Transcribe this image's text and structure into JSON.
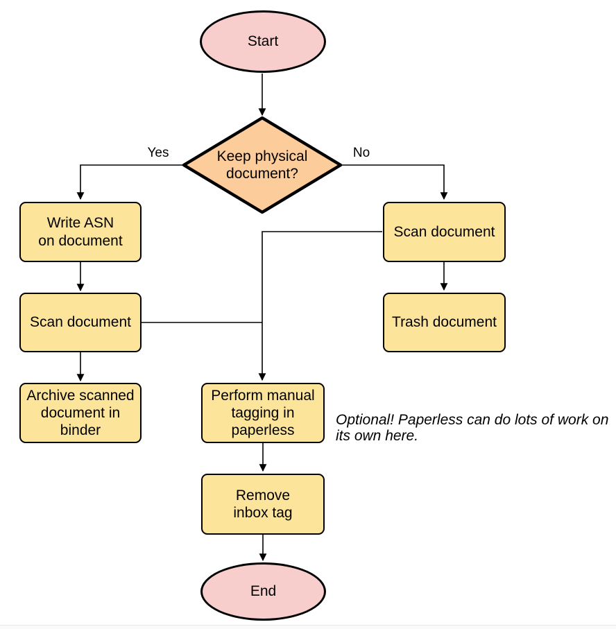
{
  "diagram": {
    "type": "flowchart",
    "direction": "top-down",
    "colors": {
      "terminator_fill": "#F7CECC",
      "decision_fill": "#FDCC9B",
      "process_fill": "#FCE49B",
      "stroke": "#000000",
      "edge": "#000000",
      "background": "#ffffff"
    },
    "nodes": {
      "start": {
        "shape": "ellipse",
        "label": "Start"
      },
      "decision": {
        "shape": "diamond",
        "label": "Keep physical\ndocument?"
      },
      "write_asn": {
        "shape": "process",
        "label": "Write ASN\non document"
      },
      "scan_left": {
        "shape": "process",
        "label": "Scan document"
      },
      "archive": {
        "shape": "process",
        "label": "Archive scanned\ndocument in\nbinder"
      },
      "scan_right": {
        "shape": "process",
        "label": "Scan document"
      },
      "trash": {
        "shape": "process",
        "label": "Trash document"
      },
      "tagging": {
        "shape": "process",
        "label": "Perform manual\ntagging in\npaperless"
      },
      "remove_inbox": {
        "shape": "process",
        "label": "Remove\ninbox tag"
      },
      "end": {
        "shape": "ellipse",
        "label": "End"
      }
    },
    "edge_labels": {
      "yes": "Yes",
      "no": "No"
    },
    "edges": [
      {
        "from": "start",
        "to": "decision"
      },
      {
        "from": "decision",
        "to": "write_asn",
        "label": "Yes"
      },
      {
        "from": "decision",
        "to": "scan_right",
        "label": "No"
      },
      {
        "from": "write_asn",
        "to": "scan_left"
      },
      {
        "from": "scan_left",
        "to": "archive"
      },
      {
        "from": "scan_right",
        "to": "trash"
      },
      {
        "from": "scan_right",
        "to": "tagging"
      },
      {
        "from": "scan_left",
        "to": "tagging"
      },
      {
        "from": "tagging",
        "to": "remove_inbox"
      },
      {
        "from": "remove_inbox",
        "to": "end"
      }
    ],
    "annotation": {
      "text": "Optional! Paperless can do lots of work on\nits own here.",
      "style": "italic"
    }
  }
}
